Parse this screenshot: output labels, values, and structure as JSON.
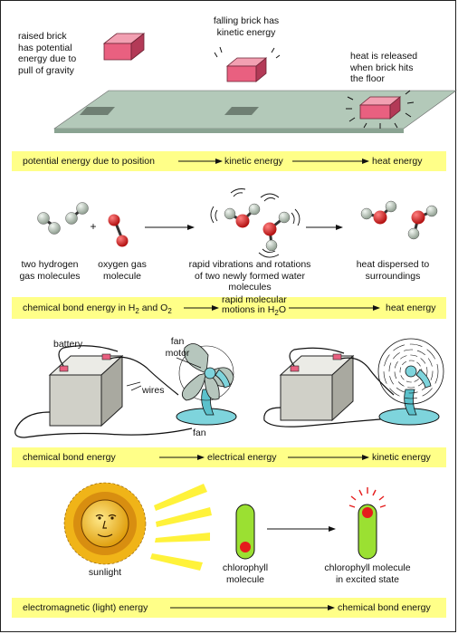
{
  "colors": {
    "band": "#ffff88",
    "brick": "#e96080",
    "floor": "#b3c9b9",
    "atom_red": "#d21e1e",
    "atom_grey": "#c3cdc3",
    "fan": "#7ed4dc",
    "battery": "#d0d0c8",
    "ray": "#fff23a",
    "chlorophyll": "#9be032"
  },
  "brick_panel": {
    "raised_label": "raised brick has potential energy due to pull of gravity",
    "falling_label": "falling brick has kinetic energy",
    "heat_label": "heat is released when brick hits the floor",
    "band": {
      "potential": "potential energy due to position",
      "kinetic": "kinetic energy",
      "heat": "heat energy"
    }
  },
  "molecule_panel": {
    "hydrogen_label": "two hydrogen gas molecules",
    "plus": "+",
    "oxygen_label": "oxygen gas molecule",
    "vibration_label": "rapid vibrations and rotations of two newly formed water molecules",
    "dispersed_label": "heat dispersed to surroundings",
    "band": {
      "chem_pre": "chemical bond energy in H",
      "chem_sub1": "2",
      "chem_mid": " and O",
      "chem_sub2": "2",
      "motion_line1": "rapid molecular",
      "motion_line2_pre": "motions in H",
      "motion_sub": "2",
      "motion_post": "O",
      "heat": "heat energy"
    }
  },
  "fan_panel": {
    "battery_label": "battery",
    "motor_label": "fan motor",
    "wires_label": "wires",
    "fan_label": "fan",
    "band": {
      "chemical": "chemical bond energy",
      "electrical": "electrical energy",
      "kinetic": "kinetic energy"
    }
  },
  "light_panel": {
    "sunlight_label": "sunlight",
    "molecule_label": "chlorophyll molecule",
    "excited_label": "chlorophyll molecule in excited state",
    "band": {
      "electromagnetic": "electromagnetic (light) energy",
      "chemical": "chemical bond energy"
    }
  }
}
